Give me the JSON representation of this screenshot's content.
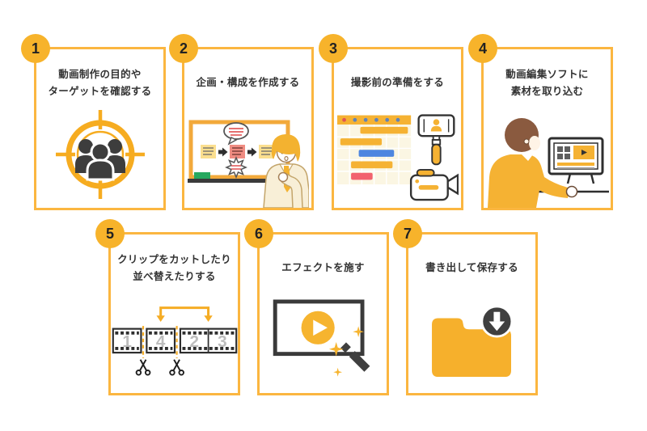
{
  "diagram": {
    "topic": "video-production-7-steps"
  },
  "colors": {
    "accent_yellow": "#F7B32B",
    "card_border_yellow": "#FBB640",
    "title_text": "#333333",
    "badge_text": "#222222",
    "icon_dark": "#3D3D3D",
    "film_number_gray": "#BDBDBD",
    "bar_blue": "#4E86E0",
    "bar_red": "#F2626E",
    "eraser_green": "#27A85F",
    "note_red": "#F08C82",
    "note_yellow": "#FBDF8F",
    "hair_brown": "#8A5A3F",
    "folder_yellow": "#F6B02C"
  },
  "steps": [
    {
      "number": "1",
      "title": "動画制作の目的や\nターゲットを確認する",
      "illustration": "target-audience"
    },
    {
      "number": "2",
      "title": "企画・構成を作成する",
      "illustration": "planning-whiteboard"
    },
    {
      "number": "3",
      "title": "撮影前の準備をする",
      "illustration": "shooting-preparation"
    },
    {
      "number": "4",
      "title": "動画編集ソフトに\n素材を取り込む",
      "illustration": "import-to-editing-software"
    },
    {
      "number": "5",
      "title": "クリップをカットしたり\n並べ替えたりする",
      "illustration": "cut-and-rearrange-clips"
    },
    {
      "number": "6",
      "title": "エフェクトを施す",
      "illustration": "apply-effects"
    },
    {
      "number": "7",
      "title": "書き出して保存する",
      "illustration": "export-and-save"
    }
  ],
  "film_strip": {
    "frame_labels": [
      "1",
      "4",
      "2",
      "3"
    ]
  }
}
